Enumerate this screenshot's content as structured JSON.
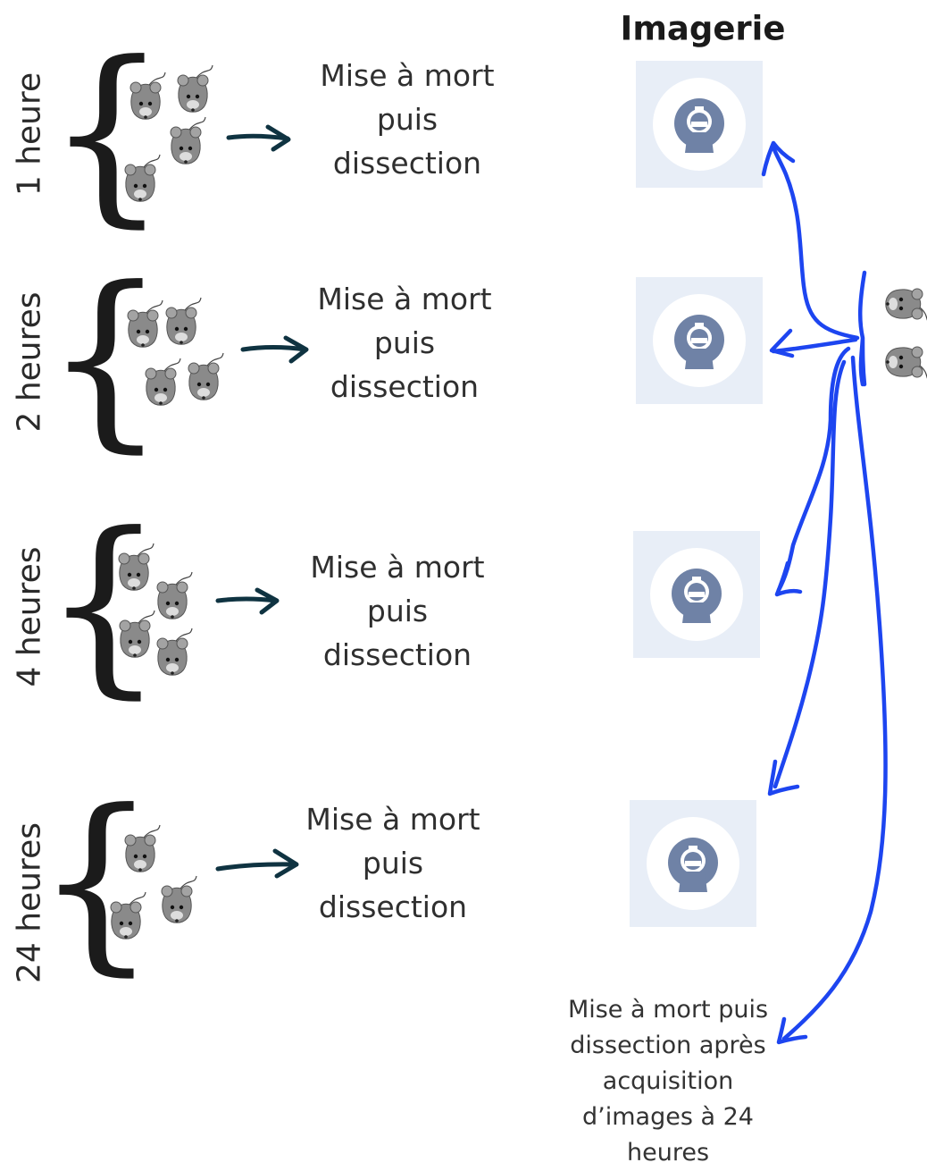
{
  "header": {
    "imaging_title": "Imagerie"
  },
  "groups": [
    {
      "time_label": "1 heure",
      "step_lines": [
        "Mise à mort",
        "puis",
        "dissection"
      ],
      "mice_count": 4
    },
    {
      "time_label": "2 heures",
      "step_lines": [
        "Mise à mort",
        "puis",
        "dissection"
      ],
      "mice_count": 4
    },
    {
      "time_label": "4 heures",
      "step_lines": [
        "Mise à mort",
        "puis",
        "dissection"
      ],
      "mice_count": 4
    },
    {
      "time_label": "24 heures",
      "step_lines": [
        "Mise à mort",
        "puis",
        "dissection"
      ],
      "mice_count": 3
    }
  ],
  "imaging": {
    "scanner_count": 4,
    "imaging_mice_count": 2,
    "final_lines": [
      "Mise à mort puis",
      "dissection après",
      "acquisition",
      "d’images à 24",
      "heures"
    ]
  },
  "colors": {
    "arrow_dark": "#0f3341",
    "arrow_blue": "#1d45f0",
    "scanner_bg": "#e8eef7",
    "scanner_icon": "#6f82a6",
    "mouse_body": "#8a8a8a"
  },
  "icons": [
    "mouse-icon",
    "mri-scanner-icon"
  ]
}
